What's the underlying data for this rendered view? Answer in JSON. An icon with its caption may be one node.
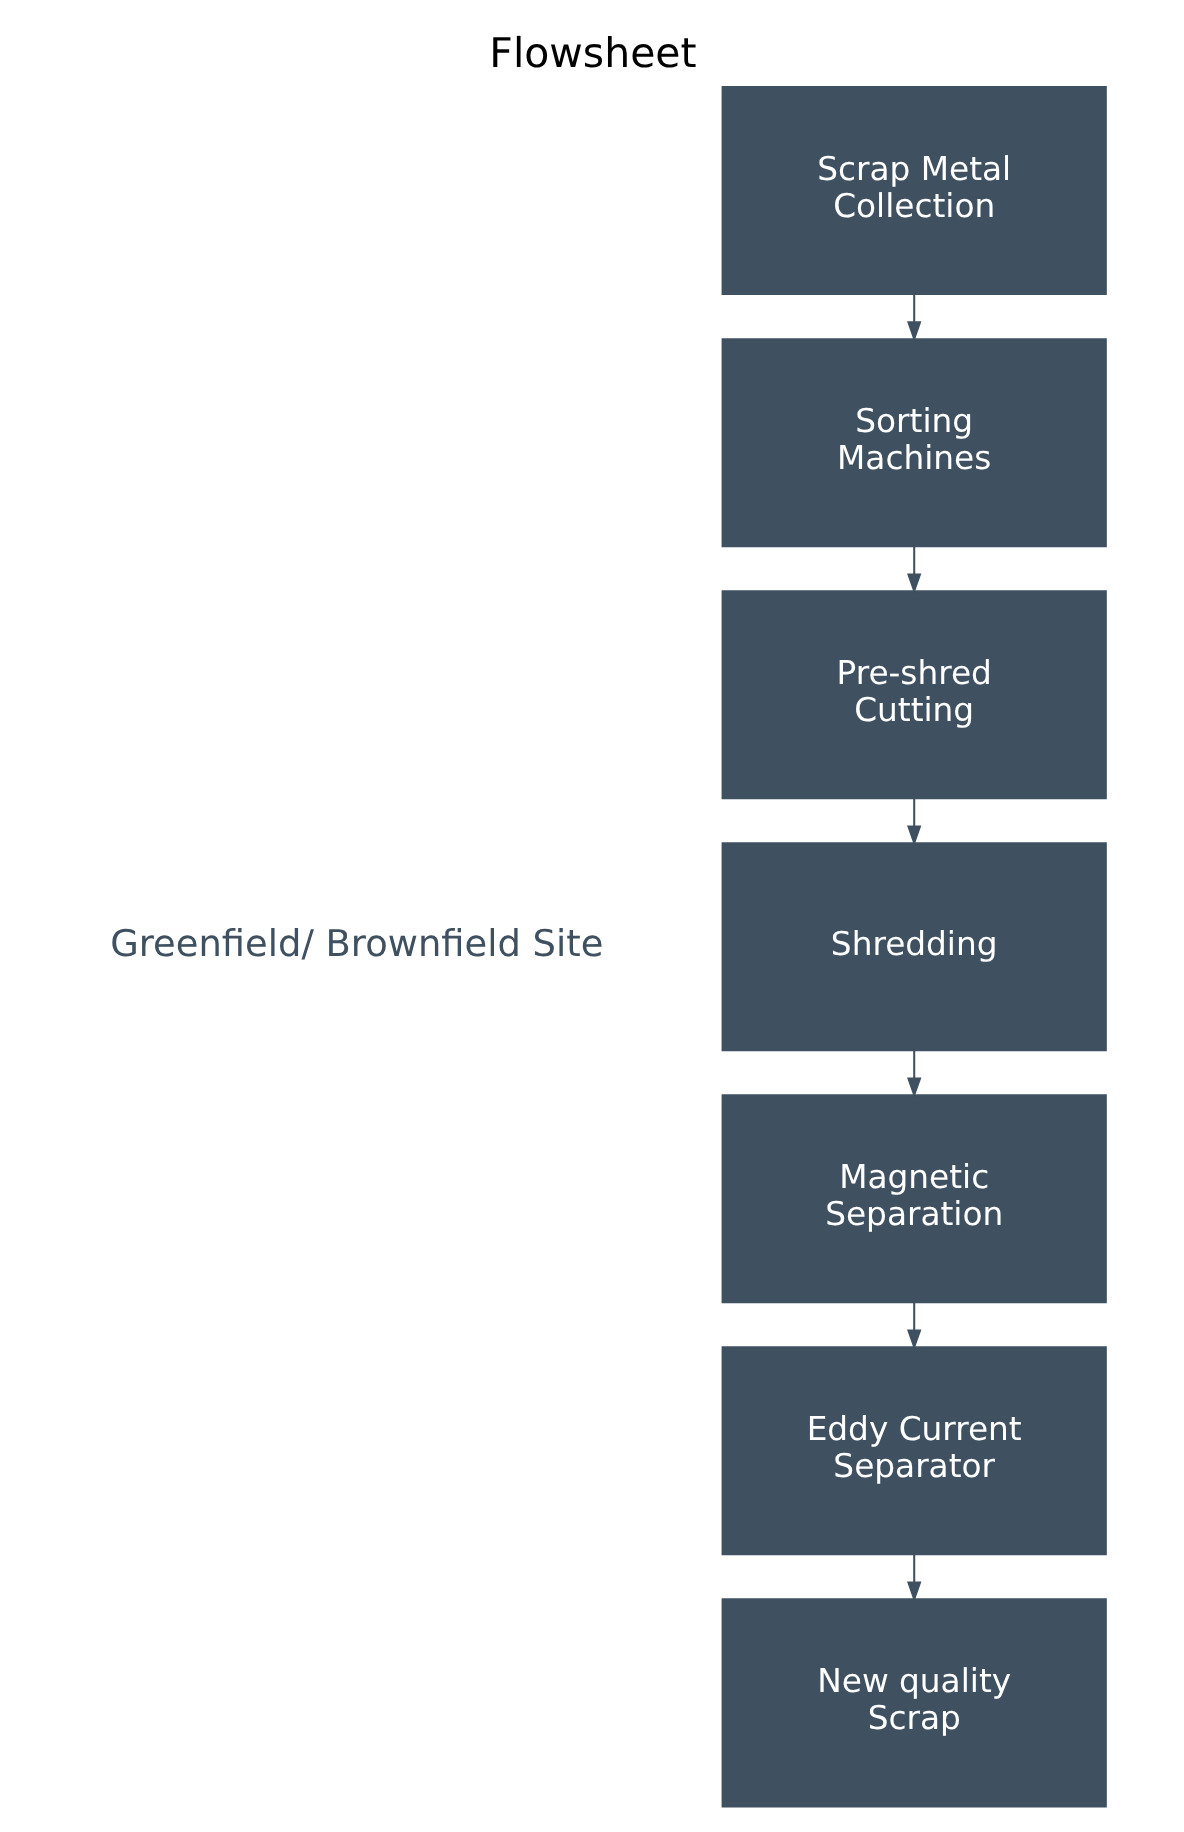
{
  "diagram": {
    "title": "Flowsheet",
    "nodes": [
      {
        "text": [
          "Scrap Metal Collection"
        ]
      },
      {
        "text": [
          "Sorting Machines"
        ]
      },
      {
        "text": [
          "Pre-shred Cutting"
        ]
      },
      {
        "text": [
          "Shredding"
        ]
      },
      {
        "text": [
          "Magnetic Separation"
        ]
      },
      {
        "text": [
          "Eddy Current Separator"
        ]
      },
      {
        "text": [
          "New quality Scrap"
        ]
      }
    ],
    "edges": [
      {
        "from": 0,
        "to": 1,
        "arrow": "to"
      },
      {
        "from": 1,
        "to": 2,
        "arrow": "to"
      },
      {
        "from": 2,
        "to": 3,
        "arrow": "to"
      },
      {
        "from": 3,
        "to": 4,
        "arrow": "to"
      },
      {
        "from": 4,
        "to": 5,
        "arrow": "to"
      },
      {
        "from": 5,
        "to": 6,
        "arrow": "to"
      }
    ],
    "labels": [
      "Greenfield/ Brownfield Site"
    ]
  }
}
